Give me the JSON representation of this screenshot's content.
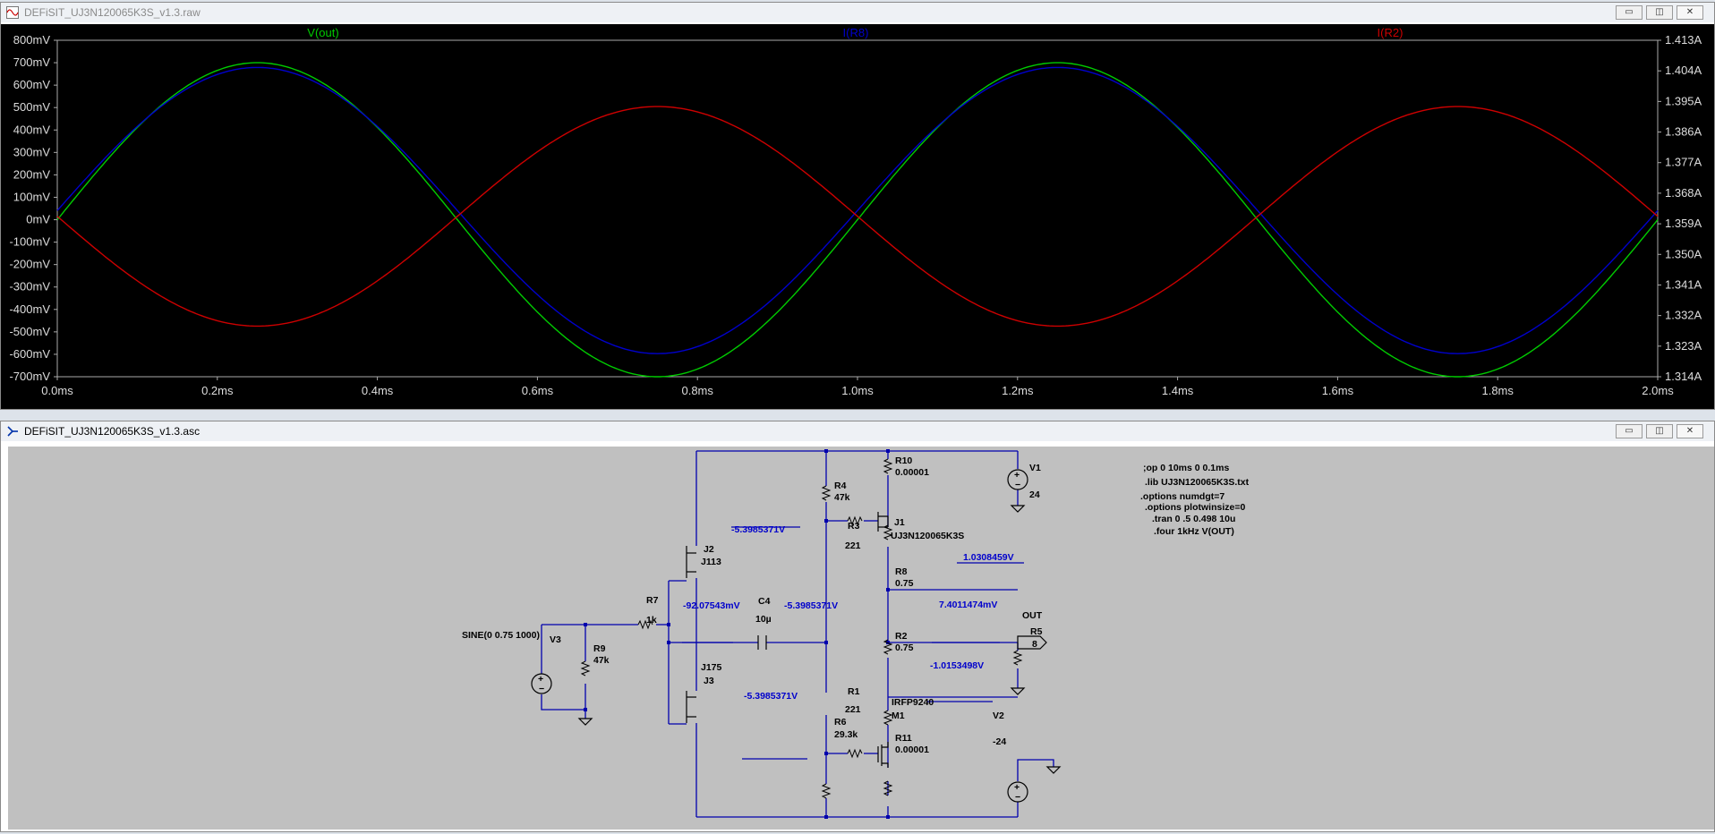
{
  "plot_window": {
    "title": "DEFiSIT_UJ3N120065K3S_v1.3.raw",
    "icon": "waveform-icon",
    "buttons": {
      "minimize": "▭",
      "restore": "◫",
      "close": "✕"
    }
  },
  "schematic_window": {
    "title": "DEFiSIT_UJ3N120065K3S_v1.3.asc",
    "icon": "schematic-icon",
    "buttons": {
      "minimize": "▭",
      "restore": "◫",
      "close": "✕"
    }
  },
  "colors": {
    "plot_bg": "#000000",
    "axis_text": "#dddddd",
    "vout": "#00cc00",
    "ir8": "#0000cc",
    "ir2": "#cc0000",
    "schematic_bg": "#c0c0c0",
    "wire": "#0000ad",
    "component_text": "#000000",
    "node_label": "#0000cc"
  },
  "chart_data": {
    "type": "line",
    "traces": [
      {
        "name": "V(out)",
        "color": "#00cc00",
        "axis": "left",
        "amplitude": 700,
        "offset": 0,
        "phase": "sin",
        "periods_shown": 2
      },
      {
        "name": "I(R8)",
        "color": "#0000cc",
        "axis": "right",
        "amplitude": 0.0421,
        "offset": 1.3629,
        "phase": "sin",
        "periods_shown": 2
      },
      {
        "name": "I(R2)",
        "color": "#cc0000",
        "axis": "right",
        "amplitude": 0.0323,
        "offset": 1.3612,
        "phase": "-sin",
        "periods_shown": 2
      }
    ],
    "x": {
      "label": "",
      "unit": "ms",
      "range": [
        0,
        2.0
      ],
      "ticks": [
        "0.0ms",
        "0.2ms",
        "0.4ms",
        "0.6ms",
        "0.8ms",
        "1.0ms",
        "1.2ms",
        "1.4ms",
        "1.6ms",
        "1.8ms",
        "2.0ms"
      ]
    },
    "y_left": {
      "unit": "mV",
      "range": [
        -700,
        800
      ],
      "ticks": [
        "800mV",
        "700mV",
        "600mV",
        "500mV",
        "400mV",
        "300mV",
        "200mV",
        "100mV",
        "0mV",
        "-100mV",
        "-200mV",
        "-300mV",
        "-400mV",
        "-500mV",
        "-600mV",
        "-700mV"
      ]
    },
    "y_right": {
      "unit": "A",
      "range": [
        1.314,
        1.413
      ],
      "ticks": [
        "1.413A",
        "1.404A",
        "1.395A",
        "1.386A",
        "1.377A",
        "1.368A",
        "1.359A",
        "1.350A",
        "1.341A",
        "1.332A",
        "1.323A",
        "1.314A"
      ]
    }
  },
  "schematic": {
    "directives": [
      ";op 0 10ms 0 0.1ms",
      ".lib UJ3N120065K3S.txt",
      ".options numdgt=7",
      ".options plotwinsize=0",
      ".tran 0 .5 0.498 10u",
      ".four 1kHz V(OUT)"
    ],
    "components": {
      "V1": {
        "name": "V1",
        "value": "24"
      },
      "V2": {
        "name": "V2",
        "value": "-24"
      },
      "V3": {
        "name": "V3",
        "value": "SINE(0 0.75 1000)"
      },
      "R1": {
        "name": "R1",
        "value": "221"
      },
      "R2": {
        "name": "R2",
        "value": "0.75"
      },
      "R3": {
        "name": "R3",
        "value": "221"
      },
      "R4": {
        "name": "R4",
        "value": "47k"
      },
      "R5": {
        "name": "R5",
        "value": "8"
      },
      "R6": {
        "name": "R6",
        "value": "29.3k"
      },
      "R7": {
        "name": "R7",
        "value": "1k"
      },
      "R8": {
        "name": "R8",
        "value": "0.75"
      },
      "R9": {
        "name": "R9",
        "value": "47k"
      },
      "R10": {
        "name": "R10",
        "value": "0.00001"
      },
      "R11": {
        "name": "R11",
        "value": "0.00001"
      },
      "C4": {
        "name": "C4",
        "value": "10µ"
      },
      "J1": {
        "name": "J1",
        "value": "UJ3N120065K3S"
      },
      "J2": {
        "name": "J2",
        "value": "J113"
      },
      "J3": {
        "name": "J3",
        "value": "J175"
      },
      "M1": {
        "name": "M1",
        "value": "IRFP9240"
      }
    },
    "node_labels": {
      "gate_j1": "-5.3985371V",
      "j1_source": "1.0308459V",
      "input_node": "-92.07543mV",
      "bias_mid": "-5.3985371V",
      "out": "7.4011474mV",
      "m1_drain": "-1.0153498V",
      "gate_m1": "-5.3985371V"
    },
    "port_label": "OUT"
  }
}
